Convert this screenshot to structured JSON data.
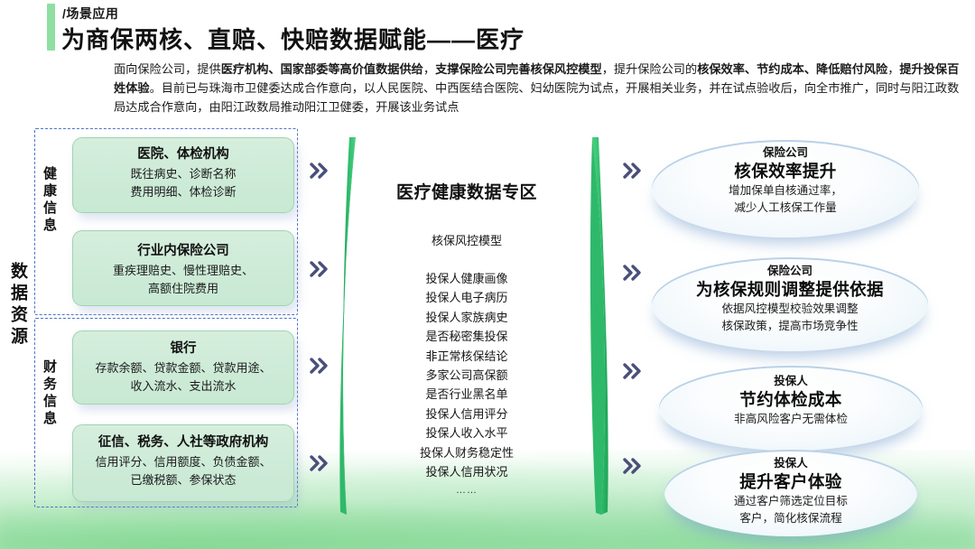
{
  "header": {
    "kicker": "/场景应用",
    "title": "为商保两核、直赔、快赔数据赋能——医疗",
    "paragraph": {
      "p1": "面向保险公司，提供",
      "b1": "医疗机构、国家部委等高价值数据供给",
      "p2": "，",
      "b2": "支撑保险公司完善核保风控模型",
      "p3": "，提升保险公司的",
      "b3": "核保效率、节约成本、降低赔付风险",
      "p4": "，",
      "b4": "提升投保百姓体验",
      "p5": "。目前已与珠海市卫健委达成合作意向，以人民医院、中西医结合医院、妇幼医院为试点，开展相关业务，并在试点验收后，向全市推广，同时与阳江政数局达成合作意向，由阳江政数局推动阳江卫健委，开展该业务试点"
    },
    "accent_color": "#8fdfa3"
  },
  "left": {
    "resource_label": "数据资源",
    "groups": [
      {
        "label": "健康信息",
        "cards": [
          {
            "title": "医院、体检机构",
            "lines": [
              "既往病史、诊断名称",
              "费用明细、体检诊断"
            ]
          },
          {
            "title": "行业内保险公司",
            "lines": [
              "重疾理赔史、慢性理赔史、",
              "高额住院费用"
            ]
          }
        ]
      },
      {
        "label": "财务信息",
        "cards": [
          {
            "title": "银行",
            "lines": [
              "存款余额、贷款金额、贷款用途、",
              "收入流水、支出流水"
            ]
          },
          {
            "title": "征信、税务、人社等政府机构",
            "lines": [
              "信用评分、信用额度、负债金额、",
              "已缴税额、参保状态"
            ]
          }
        ]
      }
    ],
    "dash_color": "#4f74c8",
    "card_color": "#cdebd7"
  },
  "center": {
    "zone_title": "医疗健康数据专区",
    "model_label": "核保风控模型",
    "items": [
      "投保人健康画像",
      "投保人电子病历",
      "投保人家族病史",
      "是否秘密集投保",
      "非正常核保结论",
      "多家公司高保额",
      "是否行业黑名单",
      "投保人信用评分",
      "投保人收入水平",
      "投保人财务稳定性",
      "投保人信用状况"
    ],
    "ellipsis": "……",
    "cylinder_color": "#2fb969"
  },
  "right": {
    "outcomes": [
      {
        "sub": "保险公司",
        "title": "核保效率提升",
        "desc": [
          "增加保单自核通过率，",
          "减少人工核保工作量"
        ]
      },
      {
        "sub": "保险公司",
        "title": "为核保规则调整提供依据",
        "desc": [
          "依据风控模型校验效果调整",
          "核保政策，提高市场竞争性"
        ]
      },
      {
        "sub": "投保人",
        "title": "节约体检成本",
        "desc": [
          "非高风险客户无需体检"
        ]
      },
      {
        "sub": "投保人",
        "title": "提升客户体验",
        "desc": [
          "通过客户筛选定位目标",
          "客户，简化核保流程"
        ]
      }
    ],
    "ellipse_color": "#eef6fa"
  },
  "arrows": {
    "glyph": "double-chevron-right",
    "color": "#4a4f7a"
  }
}
